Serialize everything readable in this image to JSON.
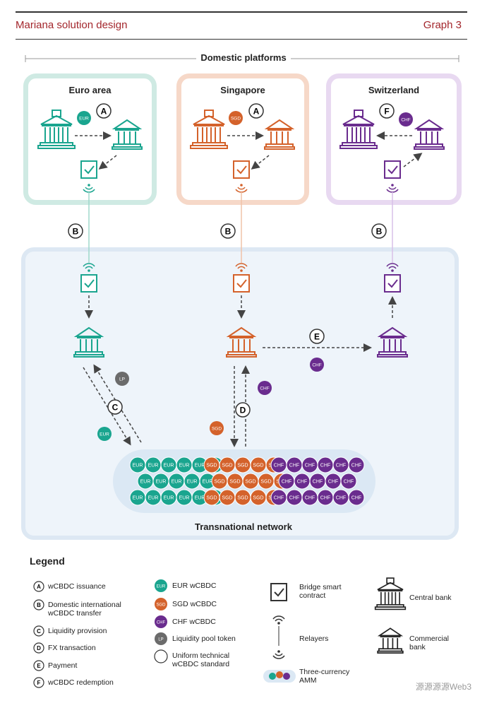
{
  "header": {
    "title": "Mariana solution design",
    "graph": "Graph 3"
  },
  "domestic_title": "Domestic platforms",
  "regions": [
    {
      "name": "Euro area",
      "color": "#6cc3b0",
      "token": "EUR",
      "step": "A"
    },
    {
      "name": "Singapore",
      "color": "#e9a07e",
      "token": "SGD",
      "step": "A"
    },
    {
      "name": "Switzerland",
      "color": "#c9a9dc",
      "token": "CHF",
      "step": "F"
    }
  ],
  "network_title": "Transnational network",
  "steps": {
    "b": "B",
    "c": "C",
    "d": "D",
    "e": "E"
  },
  "tokens": {
    "eur": "EUR",
    "sgd": "SGD",
    "chf": "CHF",
    "lp": "LP"
  },
  "colors": {
    "eur": "#1aa58f",
    "sgd": "#d4622b",
    "chf": "#6a2c8e",
    "lp": "#6b6b6b",
    "network_bg": "#eef4fa",
    "network_border": "#dde8f3"
  },
  "legend": {
    "title": "Legend",
    "letters": [
      {
        "letter": "A",
        "text": "wCBDC issuance"
      },
      {
        "letter": "B",
        "text": "Domestic international wCBDC transfer"
      },
      {
        "letter": "C",
        "text": "Liquidity provision"
      },
      {
        "letter": "D",
        "text": "FX transaction"
      },
      {
        "letter": "E",
        "text": "Payment"
      },
      {
        "letter": "F",
        "text": "wCBDC redemption"
      }
    ],
    "tokens": [
      {
        "label": "EUR",
        "text": "EUR wCBDC"
      },
      {
        "label": "SGD",
        "text": "SGD wCBDC"
      },
      {
        "label": "CHF",
        "text": "CHF wCBDC"
      },
      {
        "label": "LP",
        "text": "Liquidity pool token"
      },
      {
        "label": "",
        "text": "Uniform technical wCBDC standard"
      }
    ],
    "bridge": "Bridge smart contract",
    "relayers": "Relayers",
    "amm": "Three-currency AMM",
    "central_bank": "Central bank",
    "commercial_bank": "Commercial bank"
  },
  "watermark": "源源源源Web3"
}
